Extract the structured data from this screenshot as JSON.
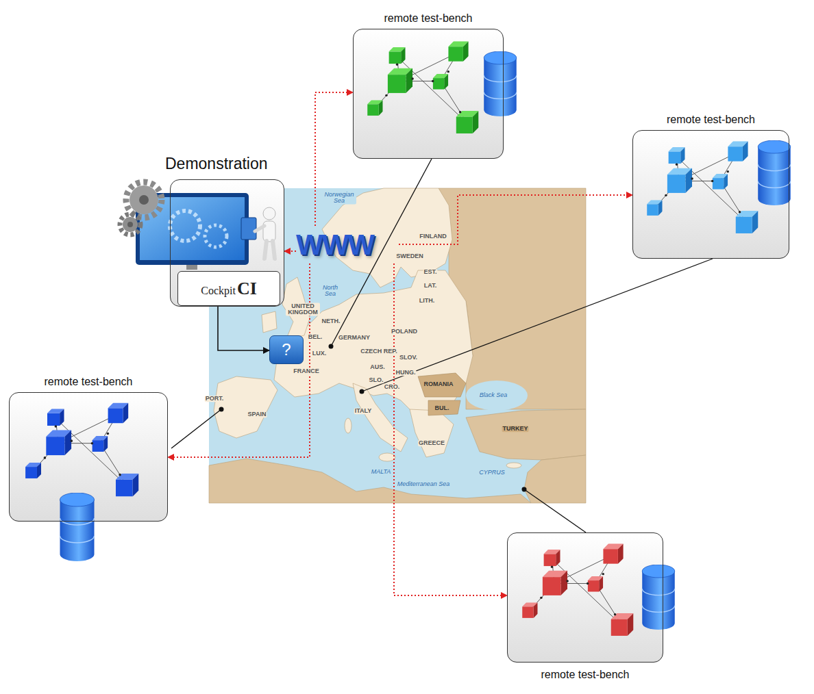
{
  "diagram": {
    "nodes": [
      {
        "text": [
          "Demonstration"
        ]
      },
      {
        "text": [
          "Cockpit",
          "CI"
        ],
        "in": 0
      },
      {
        "text": [
          "?"
        ]
      },
      {
        "text": [
          "WWW"
        ]
      },
      {
        "text": [
          "remote test-bench"
        ]
      },
      {
        "text": [
          "remote test-bench"
        ]
      },
      {
        "text": [
          "remote test-bench"
        ]
      },
      {
        "text": [
          "remote test-bench"
        ]
      }
    ],
    "edges": [
      {
        "from": 0,
        "to": 2,
        "arrow": "to"
      },
      {
        "from": 3,
        "to": 0,
        "arrow": "to"
      },
      {
        "from": 3,
        "to": 4,
        "arrow": "to"
      },
      {
        "from": 3,
        "to": 5,
        "arrow": "to"
      },
      {
        "from": 3,
        "to": 6,
        "arrow": "to"
      },
      {
        "from": 3,
        "to": 7,
        "arrow": "to"
      }
    ],
    "labels": [
      "Norwegian Sea",
      "FINLAND",
      "SWEDEN",
      "EST.",
      "LAT.",
      "LITH.",
      "North Sea",
      "UNITED KINGDOM",
      "NETH.",
      "BEL.",
      "LUX.",
      "GERMANY",
      "POLAND",
      "CZECH REP.",
      "SLOV.",
      "AUS.",
      "HUNG.",
      "SLO.",
      "CRO.",
      "FRANCE",
      "PORT.",
      "SPAIN",
      "ITALY",
      "ROMANIA",
      "BUL.",
      "Black Sea",
      "TURKEY",
      "GREECE",
      "MALTA",
      "CYPRUS",
      "Mediterranean Sea"
    ]
  }
}
